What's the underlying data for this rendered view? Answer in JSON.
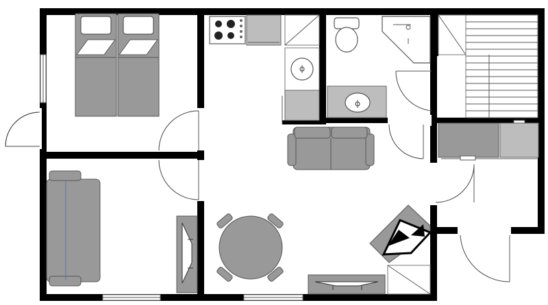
{
  "plan": {
    "background_color": "#ffffff",
    "wall_color": "#000000",
    "furniture_color": "#999999",
    "furniture_light_color": "#bdbdbd",
    "fixture_color": "#ffffff",
    "rooms": [
      {
        "id": "bedroom-twin",
        "items": [
          "twin-bed-left",
          "twin-bed-right",
          "door-bedroom-twin",
          "window-bedroom-twin"
        ]
      },
      {
        "id": "bedroom-sofa",
        "items": [
          "sofa-bed",
          "tv-unit-bedroom",
          "door-bedroom-sofa",
          "window-bedroom-sofa"
        ]
      },
      {
        "id": "living-kitchen",
        "items": [
          "stove",
          "fridge",
          "sink",
          "counter",
          "loveseat",
          "dining-table",
          "tv-unit-living",
          "tv-corner",
          "entrance-door"
        ]
      },
      {
        "id": "bathroom",
        "items": [
          "toilet",
          "corner-shower",
          "washbasin",
          "door-bathroom"
        ]
      },
      {
        "id": "storage",
        "items": [
          "cabinet",
          "appliance",
          "door-storage"
        ]
      },
      {
        "id": "stairs",
        "items": [
          "staircase"
        ]
      }
    ],
    "icons": [
      "stove-icon",
      "sink-icon",
      "toilet-icon",
      "shower-icon",
      "washbasin-icon",
      "bed-icon",
      "sofa-icon",
      "table-icon",
      "chair-icon",
      "tv-icon",
      "stairs-icon",
      "door-icon",
      "window-icon"
    ]
  }
}
